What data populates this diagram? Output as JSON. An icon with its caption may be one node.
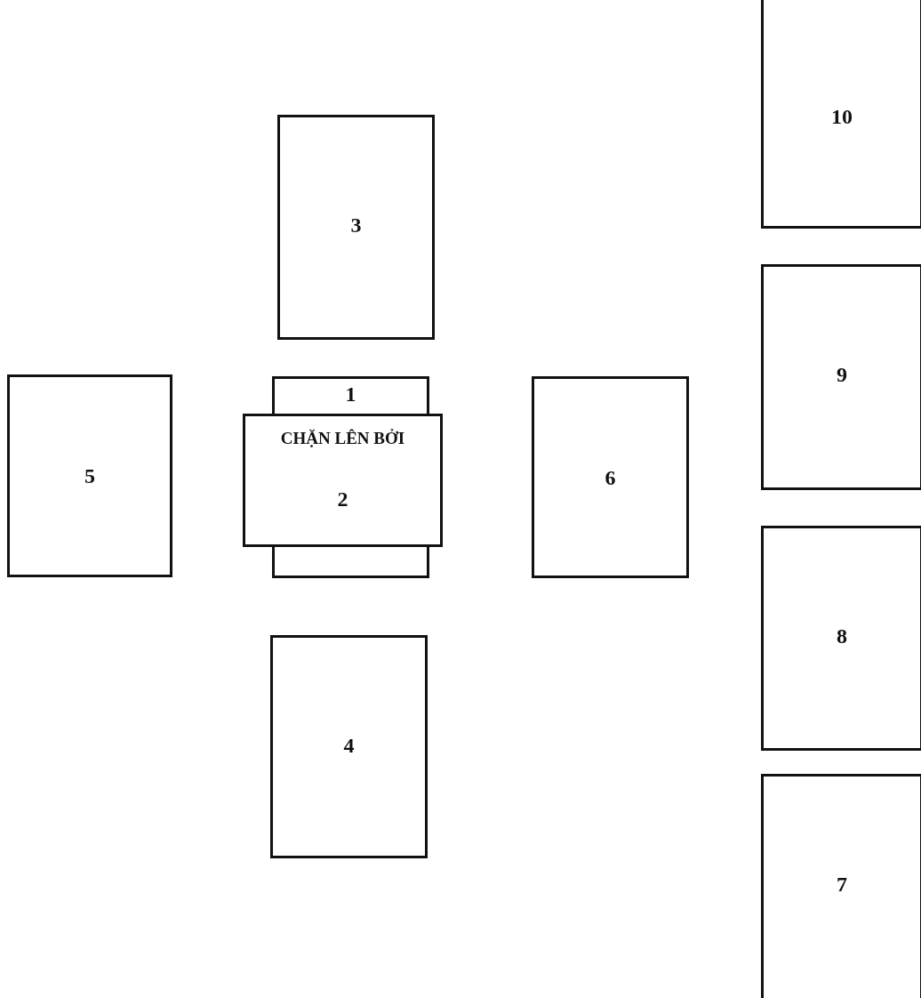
{
  "diagram": {
    "nodes": [
      {
        "text": [
          "1"
        ]
      },
      {
        "text": [
          "CHẶN LÊN BỞI",
          "2"
        ]
      },
      {
        "text": [
          "3"
        ]
      },
      {
        "text": [
          "4"
        ]
      },
      {
        "text": [
          "5"
        ]
      },
      {
        "text": [
          "6"
        ]
      },
      {
        "text": [
          "7"
        ]
      },
      {
        "text": [
          "8"
        ]
      },
      {
        "text": [
          "9"
        ]
      },
      {
        "text": [
          "10"
        ]
      },
      {
        "text": [],
        "shape": "box"
      }
    ]
  }
}
